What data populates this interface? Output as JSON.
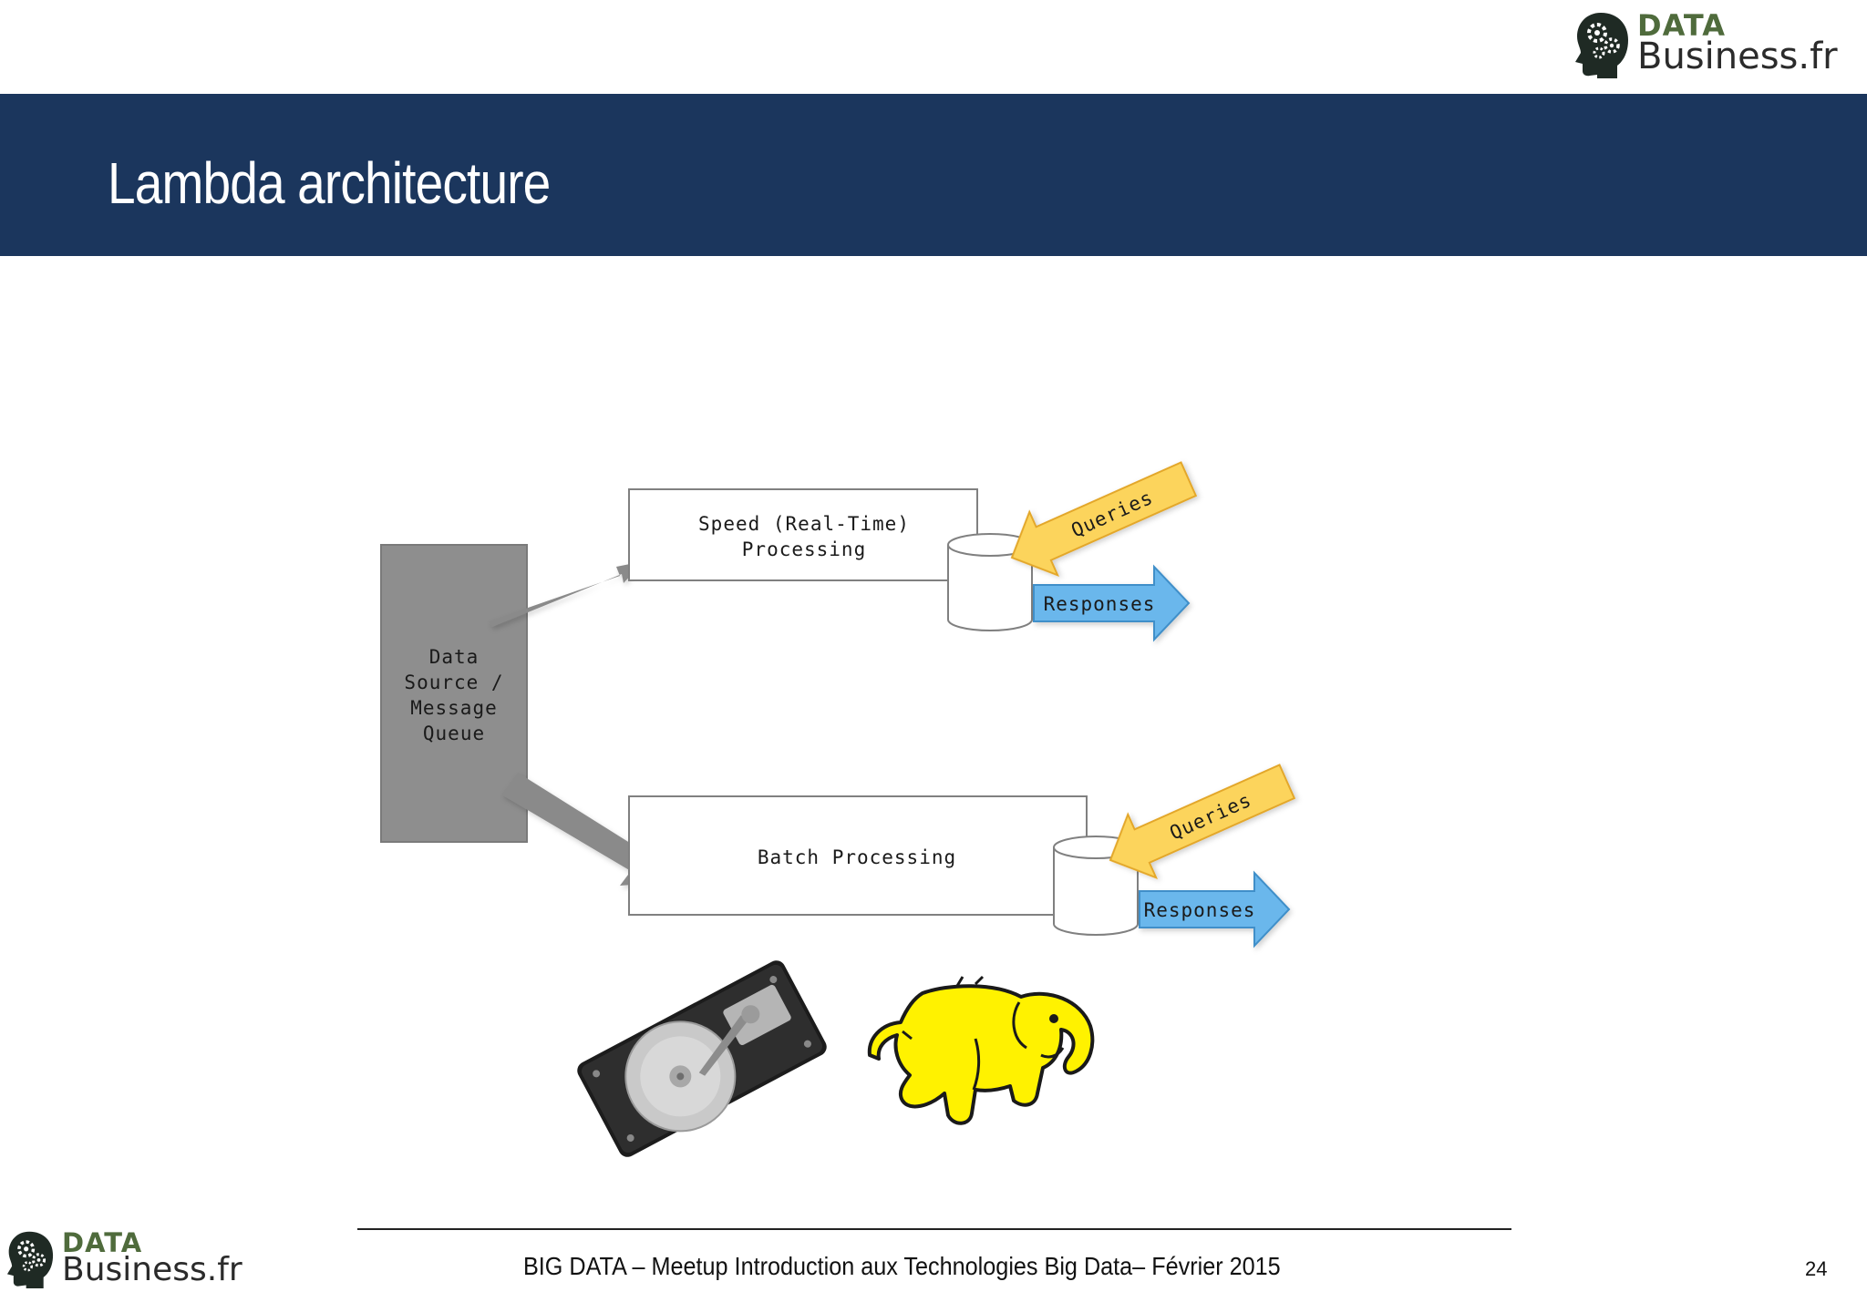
{
  "header": {
    "logo": {
      "line1": "DATA",
      "line2": "Business.fr"
    },
    "title": "Lambda architecture"
  },
  "diagram": {
    "source": [
      "Data",
      "Source /",
      "Message",
      "Queue"
    ],
    "speed_layer": [
      "Speed (Real-Time)",
      "Processing"
    ],
    "batch_layer": "Batch Processing",
    "queries_label": "Queries",
    "responses_label": "Responses",
    "images": [
      "hard-drive",
      "hadoop-elephant"
    ]
  },
  "footer": {
    "logo": {
      "line1": "DATA",
      "line2": "Business.fr"
    },
    "text": "BIG DATA – Meetup Introduction aux Technologies Big Data– Février 2015",
    "page_number": "24"
  },
  "colors": {
    "banner": "#1b365d",
    "source_box": "#8e8e8e",
    "queries_arrow": "#fcd45c",
    "responses_arrow": "#6ab7ec",
    "logo_green": "#4f6b3c",
    "elephant": "#fff200"
  }
}
